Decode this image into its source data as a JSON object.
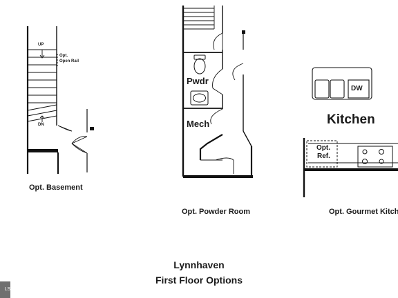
{
  "basement": {
    "caption": "Opt. Basement",
    "stair_up": "UP",
    "stair_down": "DN",
    "open_rail": [
      "Opt.",
      "Open Rail"
    ]
  },
  "powder_room": {
    "caption": "Opt. Powder Room",
    "pwdr_label": "Pwdr",
    "mech_label": "Mech"
  },
  "gourmet_kitchen": {
    "caption": "Opt. Gourmet Kitch",
    "kitchen_label": "Kitchen",
    "dw_label": "DW",
    "ref_label": [
      "Opt.",
      "Ref."
    ]
  },
  "title": {
    "line1": "Lynnhaven",
    "line2": "First Floor Options"
  },
  "watermark": "LS"
}
